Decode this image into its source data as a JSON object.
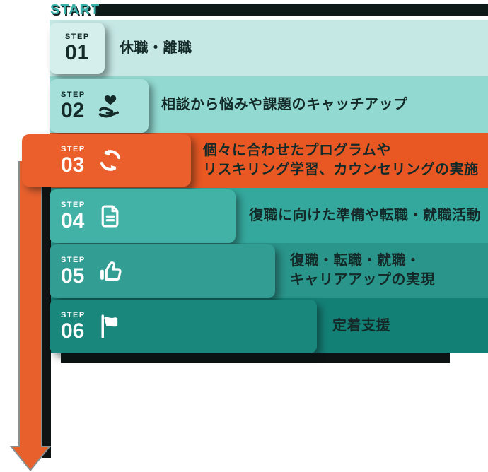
{
  "start_label": "START",
  "steps": [
    {
      "step_label": "STEP",
      "number": "01",
      "icon": "",
      "lines": [
        "休職・離職"
      ]
    },
    {
      "step_label": "STEP",
      "number": "02",
      "icon": "hand-heart-icon",
      "lines": [
        "相談から悩みや課題のキャッチアップ"
      ]
    },
    {
      "step_label": "STEP",
      "number": "03",
      "icon": "cycle-icon",
      "lines": [
        "個々に合わせたプログラムや",
        "リスキリング学習、カウンセリングの実施"
      ]
    },
    {
      "step_label": "STEP",
      "number": "04",
      "icon": "document-icon",
      "lines": [
        "復職に向けた準備や転職・就職活動"
      ]
    },
    {
      "step_label": "STEP",
      "number": "05",
      "icon": "thumbs-up-icon",
      "lines": [
        "復職・転職・就職・",
        "キャリアアップの実現"
      ]
    },
    {
      "step_label": "STEP",
      "number": "06",
      "icon": "flag-icon",
      "lines": [
        "定着支援"
      ]
    }
  ],
  "colors": {
    "accent_orange": "#e95823",
    "band_colors": [
      "#c6e8e5",
      "#92dad1",
      "#e95823",
      "#35a89d",
      "#2a958b",
      "#138076"
    ],
    "box_colors": [
      "#d5efec",
      "#a5e1da",
      "#eb5f2c",
      "#42b2a7",
      "#329d93",
      "#1a877d"
    ],
    "start_teal": "#38b2aa",
    "dark_text": "#142a28",
    "white_text": "#ffffff",
    "arrow_outline_gray": "#8a8f8d",
    "shadow_dark": "#0d1413"
  }
}
